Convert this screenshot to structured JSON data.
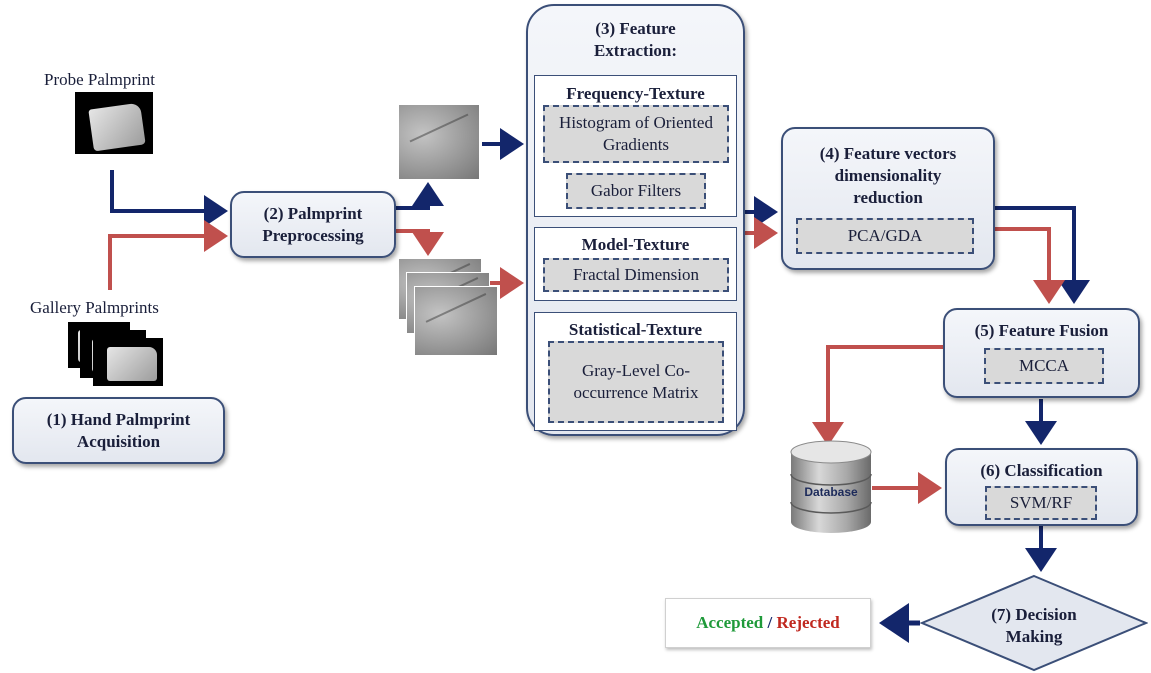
{
  "steps": {
    "acquisition": "(1) Hand Palmprint Acquisition",
    "preprocessing": "(2) Palmprint Preprocessing",
    "extraction_line1": "(3) Feature",
    "extraction_line2": "Extraction:",
    "reduction": "(4) Feature vectors dimensionality reduction",
    "fusion": "(5) Feature Fusion",
    "classification": "(6) Classification",
    "decision": "(7) Decision Making"
  },
  "inputs": {
    "probe": "Probe Palmprint",
    "gallery": "Gallery Palmprints"
  },
  "frequency": {
    "title": "Frequency-Texture",
    "hog": "Histogram of Oriented Gradients",
    "gabor": "Gabor Filters"
  },
  "model": {
    "title": "Model-Texture",
    "fractal": "Fractal Dimension"
  },
  "statistical": {
    "title": "Statistical-Texture",
    "glcm": "Gray-Level Co-occurrence Matrix"
  },
  "methods": {
    "reduction": "PCA/GDA",
    "fusion": "MCCA",
    "classification": "SVM/RF"
  },
  "database": "Database",
  "result": {
    "accepted": "Accepted",
    "separator": " / ",
    "rejected": "Rejected"
  },
  "colors": {
    "probe_arrow": "#13266b",
    "gallery_arrow": "#c0504d",
    "accepted": "#1f9a3a",
    "rejected": "#c0281f"
  }
}
